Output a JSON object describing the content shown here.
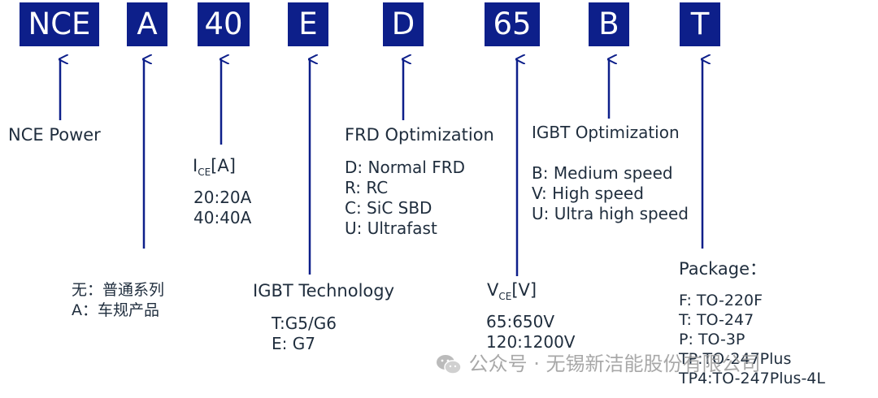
{
  "codes": [
    "NCE",
    "A",
    "40",
    "E",
    "D",
    "65",
    "B",
    "T"
  ],
  "nce": {
    "title": "NCE Power"
  },
  "series": {
    "lines": [
      "无：普通系列",
      "A：车规产品"
    ]
  },
  "current": {
    "symbol": "I",
    "sub": "CE",
    "unit": "[A]",
    "lines": [
      "20:20A",
      "40:40A"
    ]
  },
  "tech": {
    "title": "IGBT Technology",
    "lines": [
      "T:G5/G6",
      "E: G7"
    ]
  },
  "frd": {
    "title": "FRD Optimization",
    "lines": [
      "D:  Normal FRD",
      "R:  RC",
      "C:  SiC SBD",
      "U: Ultrafast"
    ]
  },
  "voltage": {
    "symbol": "V",
    "sub": "CE",
    "unit": "[V]",
    "lines": [
      "65:650V",
      "120:1200V"
    ]
  },
  "igbt_opt": {
    "title": "IGBT Optimization",
    "lines": [
      "B: Medium speed",
      "V:  High speed",
      "U:  Ultra high speed"
    ]
  },
  "package": {
    "title": "Package：",
    "lines": [
      "F:  TO-220F",
      "T:  TO-247",
      "P:  TO-3P",
      "TP:TO-247Plus",
      "TP4:TO-247Plus-4L"
    ]
  },
  "watermark": "公众号 · 无锡新洁能股份有限公司",
  "colors": {
    "box": "#0d1f8a",
    "arrow": "#0d1f8a",
    "text": "#1f2d3d"
  }
}
